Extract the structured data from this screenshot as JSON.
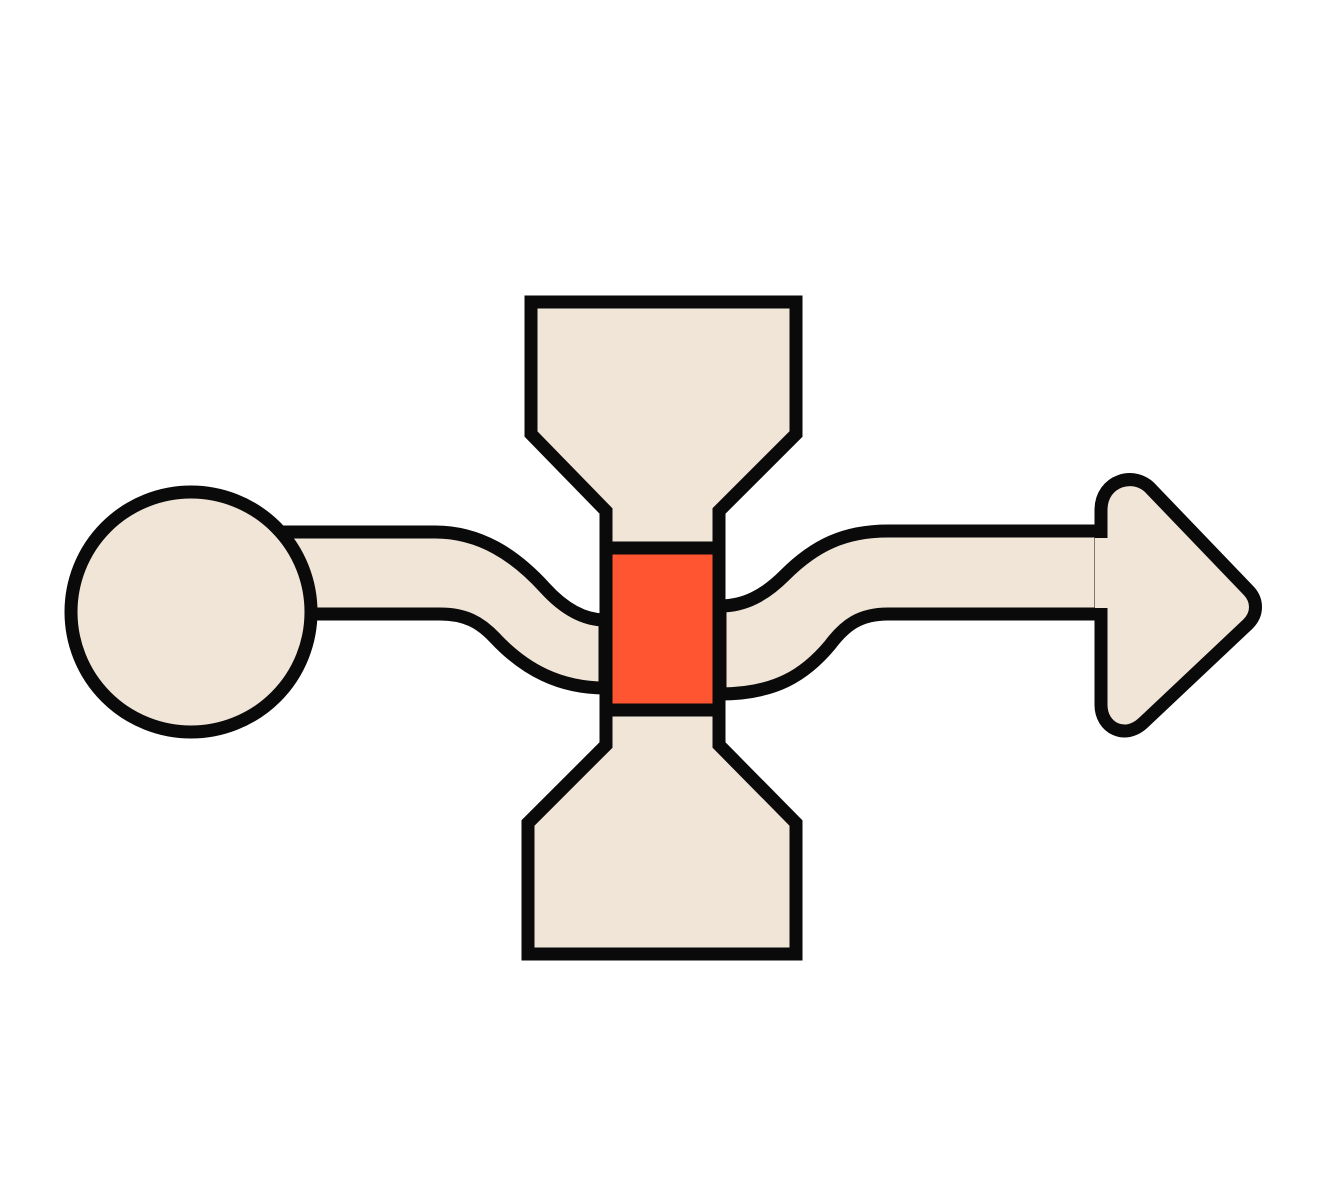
{
  "diagram": {
    "colors": {
      "background": "#ffffff",
      "fill": "#f0e5d7",
      "outline": "#0a0a0a",
      "highlight": "#ff5530"
    },
    "nodes": [
      {
        "name": "start-circle",
        "shape": "circle"
      },
      {
        "name": "top-funnel",
        "shape": "funnel"
      },
      {
        "name": "bottom-funnel",
        "shape": "funnel"
      },
      {
        "name": "center-square",
        "shape": "square",
        "highlighted": true
      },
      {
        "name": "end-arrow",
        "shape": "arrow",
        "direction": "right"
      }
    ],
    "connectors": [
      {
        "name": "left-path",
        "from": "start-circle",
        "to": "center-square",
        "style": "curved-band"
      },
      {
        "name": "right-path",
        "from": "center-square",
        "to": "end-arrow",
        "style": "curved-band"
      }
    ]
  }
}
